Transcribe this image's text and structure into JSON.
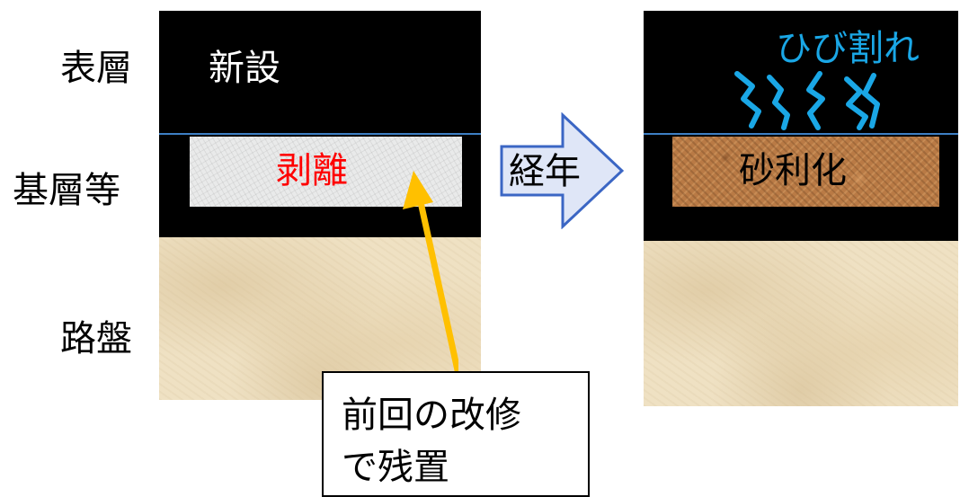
{
  "layer_labels": {
    "surface": "表層",
    "base": "基層等",
    "roadbed": "路盤"
  },
  "before": {
    "surface_text": "新設",
    "peeling_text": "剥離"
  },
  "arrow_text": "経年",
  "after": {
    "cracks_text": "ひび割れ",
    "gravel_text": "砂利化"
  },
  "callout_text_line1": "前回の改修",
  "callout_text_line2": "で残置",
  "colors": {
    "asphalt": "#000000",
    "peeling_text": "#ff0000",
    "cracks": "#1aa7e6",
    "arrow_fill": "#dfe6f7",
    "arrow_stroke": "#3b66c4",
    "pointer_arrow": "#ffc000",
    "layer_boundary": "#3d7fc4"
  }
}
